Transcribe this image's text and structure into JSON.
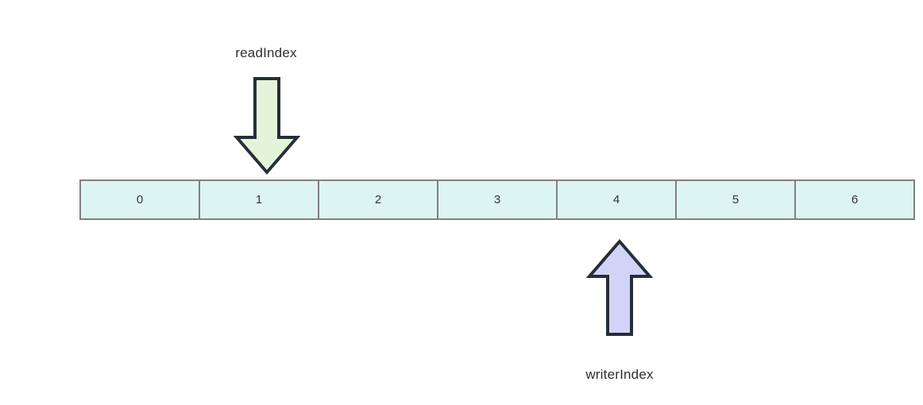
{
  "diagram": {
    "title": "readIndex / writerIndex buffer diagram",
    "background_color": "#ffffff",
    "buffer": {
      "name": "byte-buffer",
      "cell_fill": "#dcf5f2",
      "border_color": "#808080",
      "text_color": "#333333",
      "cells": [
        {
          "label": "0"
        },
        {
          "label": "1"
        },
        {
          "label": "2"
        },
        {
          "label": "3"
        },
        {
          "label": "4"
        },
        {
          "label": "5"
        },
        {
          "label": "6"
        }
      ]
    },
    "markers": [
      {
        "id": "read-index",
        "label": "readIndex",
        "direction": "down",
        "points_to_cell": "1",
        "fill": "#e4f4d9",
        "stroke": "#262f38"
      },
      {
        "id": "writer-index",
        "label": "writerIndex",
        "direction": "up",
        "points_to_cell": "4",
        "fill": "#d2d4f7",
        "stroke": "#262f38"
      }
    ]
  }
}
